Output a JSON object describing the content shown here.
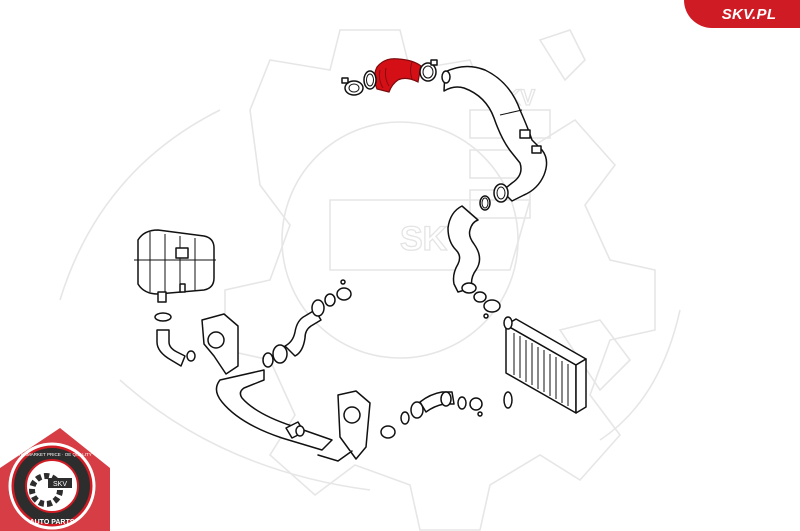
{
  "brand": {
    "site_label": "SKV.PL",
    "badge": {
      "center_text": "SKV",
      "ring_text_top": "AFTERMARKET PRICE · OE QUALITY",
      "ring_text_bottom": "AUTO PARTS"
    },
    "watermark_text": "SKV",
    "colors": {
      "brand_red": "#cf1b24",
      "highlight_part": "#d40f16",
      "line_art": "#111111",
      "watermark": "#e6e6e6",
      "background": "#ffffff"
    }
  },
  "diagram": {
    "type": "exploded parts diagram",
    "highlighted_part": "intercooler hose (elbow)",
    "components": [
      {
        "id": "highlighted-elbow-hose",
        "highlighted": true
      },
      {
        "id": "upper-hose-clamp-left",
        "highlighted": false
      },
      {
        "id": "upper-seal-ring",
        "highlighted": false
      },
      {
        "id": "upper-hose-clamp-right",
        "highlighted": false
      },
      {
        "id": "upper-charge-pipe",
        "highlighted": false
      },
      {
        "id": "middle-s-hose",
        "highlighted": false
      },
      {
        "id": "expansion-tank",
        "highlighted": false
      },
      {
        "id": "tank-outlet-hose",
        "highlighted": false
      },
      {
        "id": "left-flange-pipe",
        "highlighted": false
      },
      {
        "id": "left-s-hose",
        "highlighted": false
      },
      {
        "id": "lower-flange-pipe",
        "highlighted": false
      },
      {
        "id": "lower-short-hose",
        "highlighted": false
      },
      {
        "id": "intercooler",
        "highlighted": false
      }
    ]
  }
}
